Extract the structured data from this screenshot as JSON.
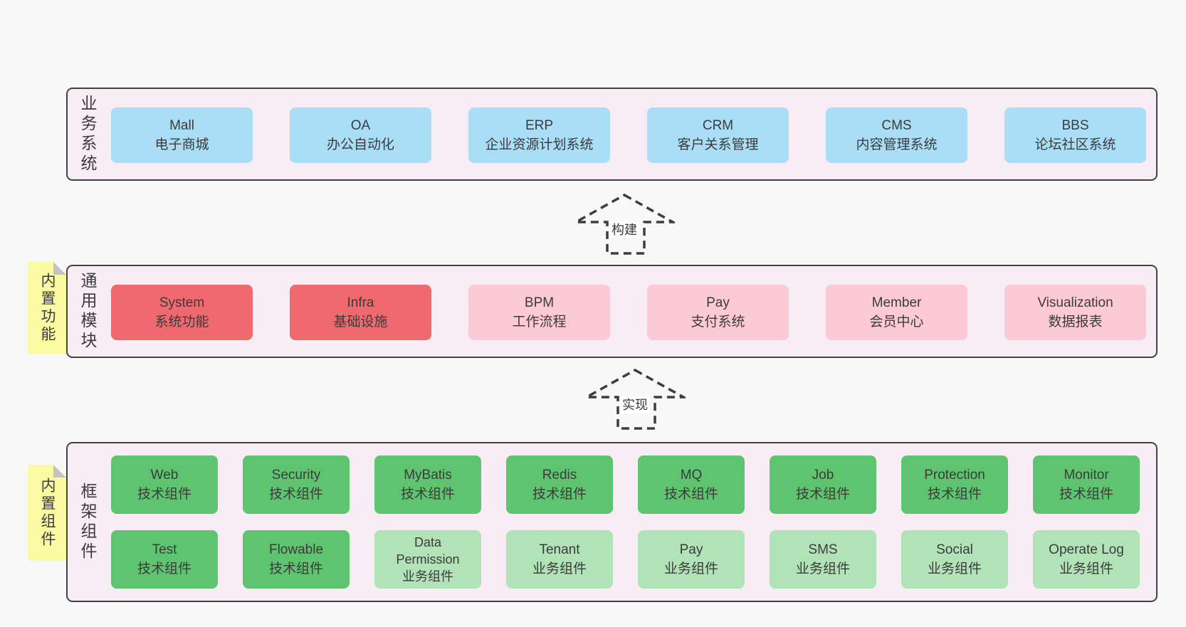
{
  "diagram": {
    "colors": {
      "page_bg": "#f8f8f8",
      "panel_bg": "#f8edf4",
      "panel_border": "#424242",
      "node_blue": "#aadef7",
      "node_red": "#f0696f",
      "node_pink": "#fccad4",
      "node_green_dark": "#5fc46f",
      "node_green_light": "#b2e3b8",
      "sticky_yellow": "#fafaa2",
      "sticky_fold_gray": "#c3c3c3",
      "text": "#3b3b3b"
    },
    "layers": [
      {
        "label": "业务系统",
        "boxes": [
          {
            "name": "Mall",
            "subtitle": "电子商城"
          },
          {
            "name": "OA",
            "subtitle": "办公自动化"
          },
          {
            "name": "ERP",
            "subtitle": "企业资源计划系统"
          },
          {
            "name": "CRM",
            "subtitle": "客户关系管理"
          },
          {
            "name": "CMS",
            "subtitle": "内容管理系统"
          },
          {
            "name": "BBS",
            "subtitle": "论坛社区系统"
          }
        ]
      },
      {
        "label": "通用模块",
        "sticky": "内置功能",
        "boxes": [
          {
            "name": "System",
            "subtitle": "系统功能"
          },
          {
            "name": "Infra",
            "subtitle": "基础设施"
          },
          {
            "name": "BPM",
            "subtitle": "工作流程"
          },
          {
            "name": "Pay",
            "subtitle": "支付系统"
          },
          {
            "name": "Member",
            "subtitle": "会员中心"
          },
          {
            "name": "Visualization",
            "subtitle": "数据报表"
          }
        ]
      },
      {
        "label": "框架组件",
        "sticky": "内置组件",
        "rows": [
          [
            {
              "name": "Web",
              "subtitle": "技术组件"
            },
            {
              "name": "Security",
              "subtitle": "技术组件"
            },
            {
              "name": "MyBatis",
              "subtitle": "技术组件"
            },
            {
              "name": "Redis",
              "subtitle": "技术组件"
            },
            {
              "name": "MQ",
              "subtitle": "技术组件"
            },
            {
              "name": "Job",
              "subtitle": "技术组件"
            },
            {
              "name": "Protection",
              "subtitle": "技术组件"
            },
            {
              "name": "Monitor",
              "subtitle": "技术组件"
            }
          ],
          [
            {
              "name": "Test",
              "subtitle": "技术组件"
            },
            {
              "name": "Flowable",
              "subtitle": "技术组件"
            },
            {
              "name": "Data Permission",
              "subtitle": "业务组件"
            },
            {
              "name": "Tenant",
              "subtitle": "业务组件"
            },
            {
              "name": "Pay",
              "subtitle": "业务组件"
            },
            {
              "name": "SMS",
              "subtitle": "业务组件"
            },
            {
              "name": "Social",
              "subtitle": "业务组件"
            },
            {
              "name": "Operate Log",
              "subtitle": "业务组件"
            }
          ]
        ]
      }
    ],
    "arrows": [
      {
        "label": "构建"
      },
      {
        "label": "实现"
      }
    ]
  }
}
